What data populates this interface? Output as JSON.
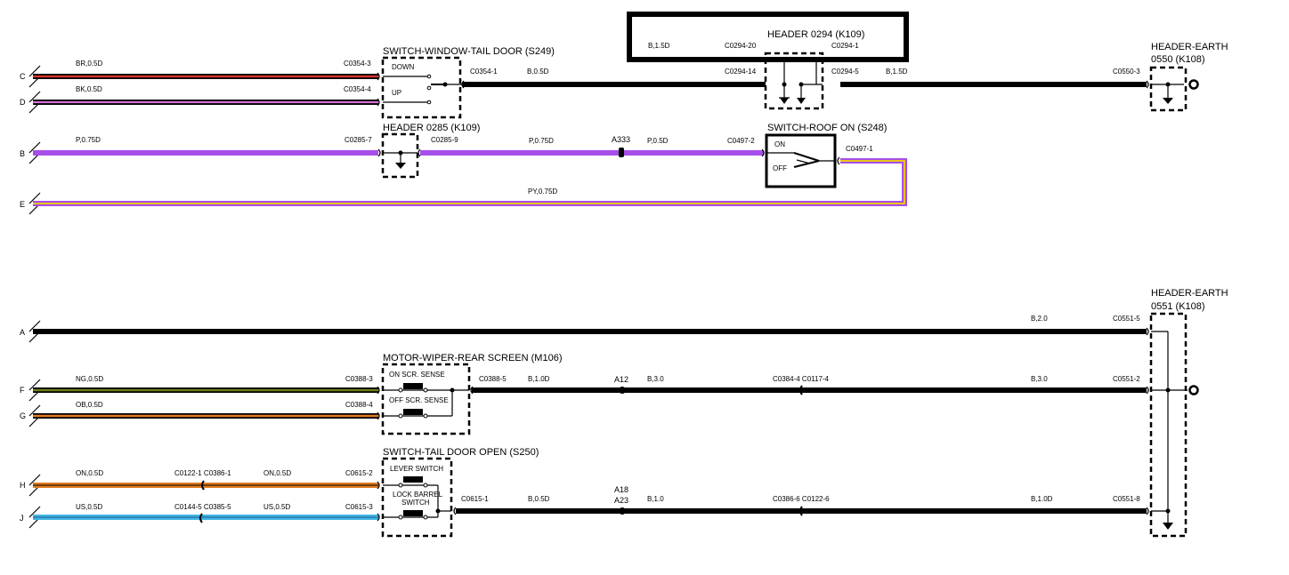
{
  "colors": {
    "black": "#000000",
    "red": "#d9362a",
    "pink": "#d86fd6",
    "purple": "#a64ee8",
    "yellow": "#e8c418",
    "green": "#6a7f16",
    "orange": "#e07b20",
    "light_blue": "#41b4e6"
  },
  "row_labels": [
    "C",
    "D",
    "B",
    "E",
    "A",
    "F",
    "G",
    "H",
    "J"
  ],
  "wire_labels": {
    "c_left": "BR,0.5D",
    "d_left": "BK,0.5D",
    "b_left": "P,0.75D",
    "b_mid": "P,0.75D",
    "b_right": "P,0.5D",
    "e_mid": "PY,0.75D",
    "c_mid": "B,0.5D",
    "c_right": "B,1.5D",
    "header_top": "B,1.5D",
    "a_right": "B,2.0",
    "f_left": "NG,0.5D",
    "g_left": "OB,0.5D",
    "f_mid1": "B,1.0D",
    "f_mid2": "B,3.0",
    "f_right": "B,3.0",
    "h_left": "ON,0.5D",
    "h_mid": "ON,0.5D",
    "j_left": "US,0.5D",
    "j_mid": "US,0.5D",
    "j_mid1": "B,0.5D",
    "j_mid2": "B,1.0",
    "j_right": "B,1.0D"
  },
  "connectors": {
    "c0354_3": "C0354-3",
    "c0354_4": "C0354-4",
    "c0354_1": "C0354-1",
    "c0294_20": "C0294-20",
    "c0294_14": "C0294-14",
    "c0294_1": "C0294-1",
    "c0294_5": "C0294-5",
    "c0550_3": "C0550-3",
    "c0285_7": "C0285-7",
    "c0285_9": "C0285-9",
    "c0497_2": "C0497-2",
    "c0497_1": "C0497-1",
    "c0551_5": "C0551-5",
    "c0388_3": "C0388-3",
    "c0388_4": "C0388-4",
    "c0388_5": "C0388-5",
    "c0384_4_c0117_4": "C0384-4 C0117-4",
    "c0551_2": "C0551-2",
    "c0615_2": "C0615-2",
    "c0615_3": "C0615-3",
    "c0615_1": "C0615-1",
    "c0122_1_c0386_1": "C0122-1 C0386-1",
    "c0144_5_c0385_5": "C0144-5 C0385-5",
    "c0386_6_c0122_6": "C0386-6 C0122-6",
    "c0551_8": "C0551-8"
  },
  "splices": {
    "a333": "A333",
    "a12": "A12",
    "a18": "A18",
    "a23": "A23"
  },
  "components": {
    "switch_window": "SWITCH-WINDOW-TAIL DOOR (S249)",
    "switch_window_down": "DOWN",
    "switch_window_up": "UP",
    "header_0294": "HEADER 0294 (K109)",
    "header_earth_0550_l1": "HEADER-EARTH",
    "header_earth_0550_l2": "0550 (K108)",
    "header_0285": "HEADER 0285 (K109)",
    "switch_roof": "SWITCH-ROOF ON (S248)",
    "switch_roof_on": "ON",
    "switch_roof_off": "OFF",
    "header_earth_0551_l1": "HEADER-EARTH",
    "header_earth_0551_l2": "0551 (K108)",
    "motor_wiper": "MOTOR-WIPER-REAR SCREEN (M106)",
    "wiper_on": "ON SCR. SENSE",
    "wiper_off": "OFF SCR. SENSE",
    "switch_tail": "SWITCH-TAIL DOOR OPEN (S250)",
    "lever_switch": "LEVER SWITCH",
    "lock_barrel_1": "LOCK BARREL",
    "lock_barrel_2": "SWITCH"
  }
}
